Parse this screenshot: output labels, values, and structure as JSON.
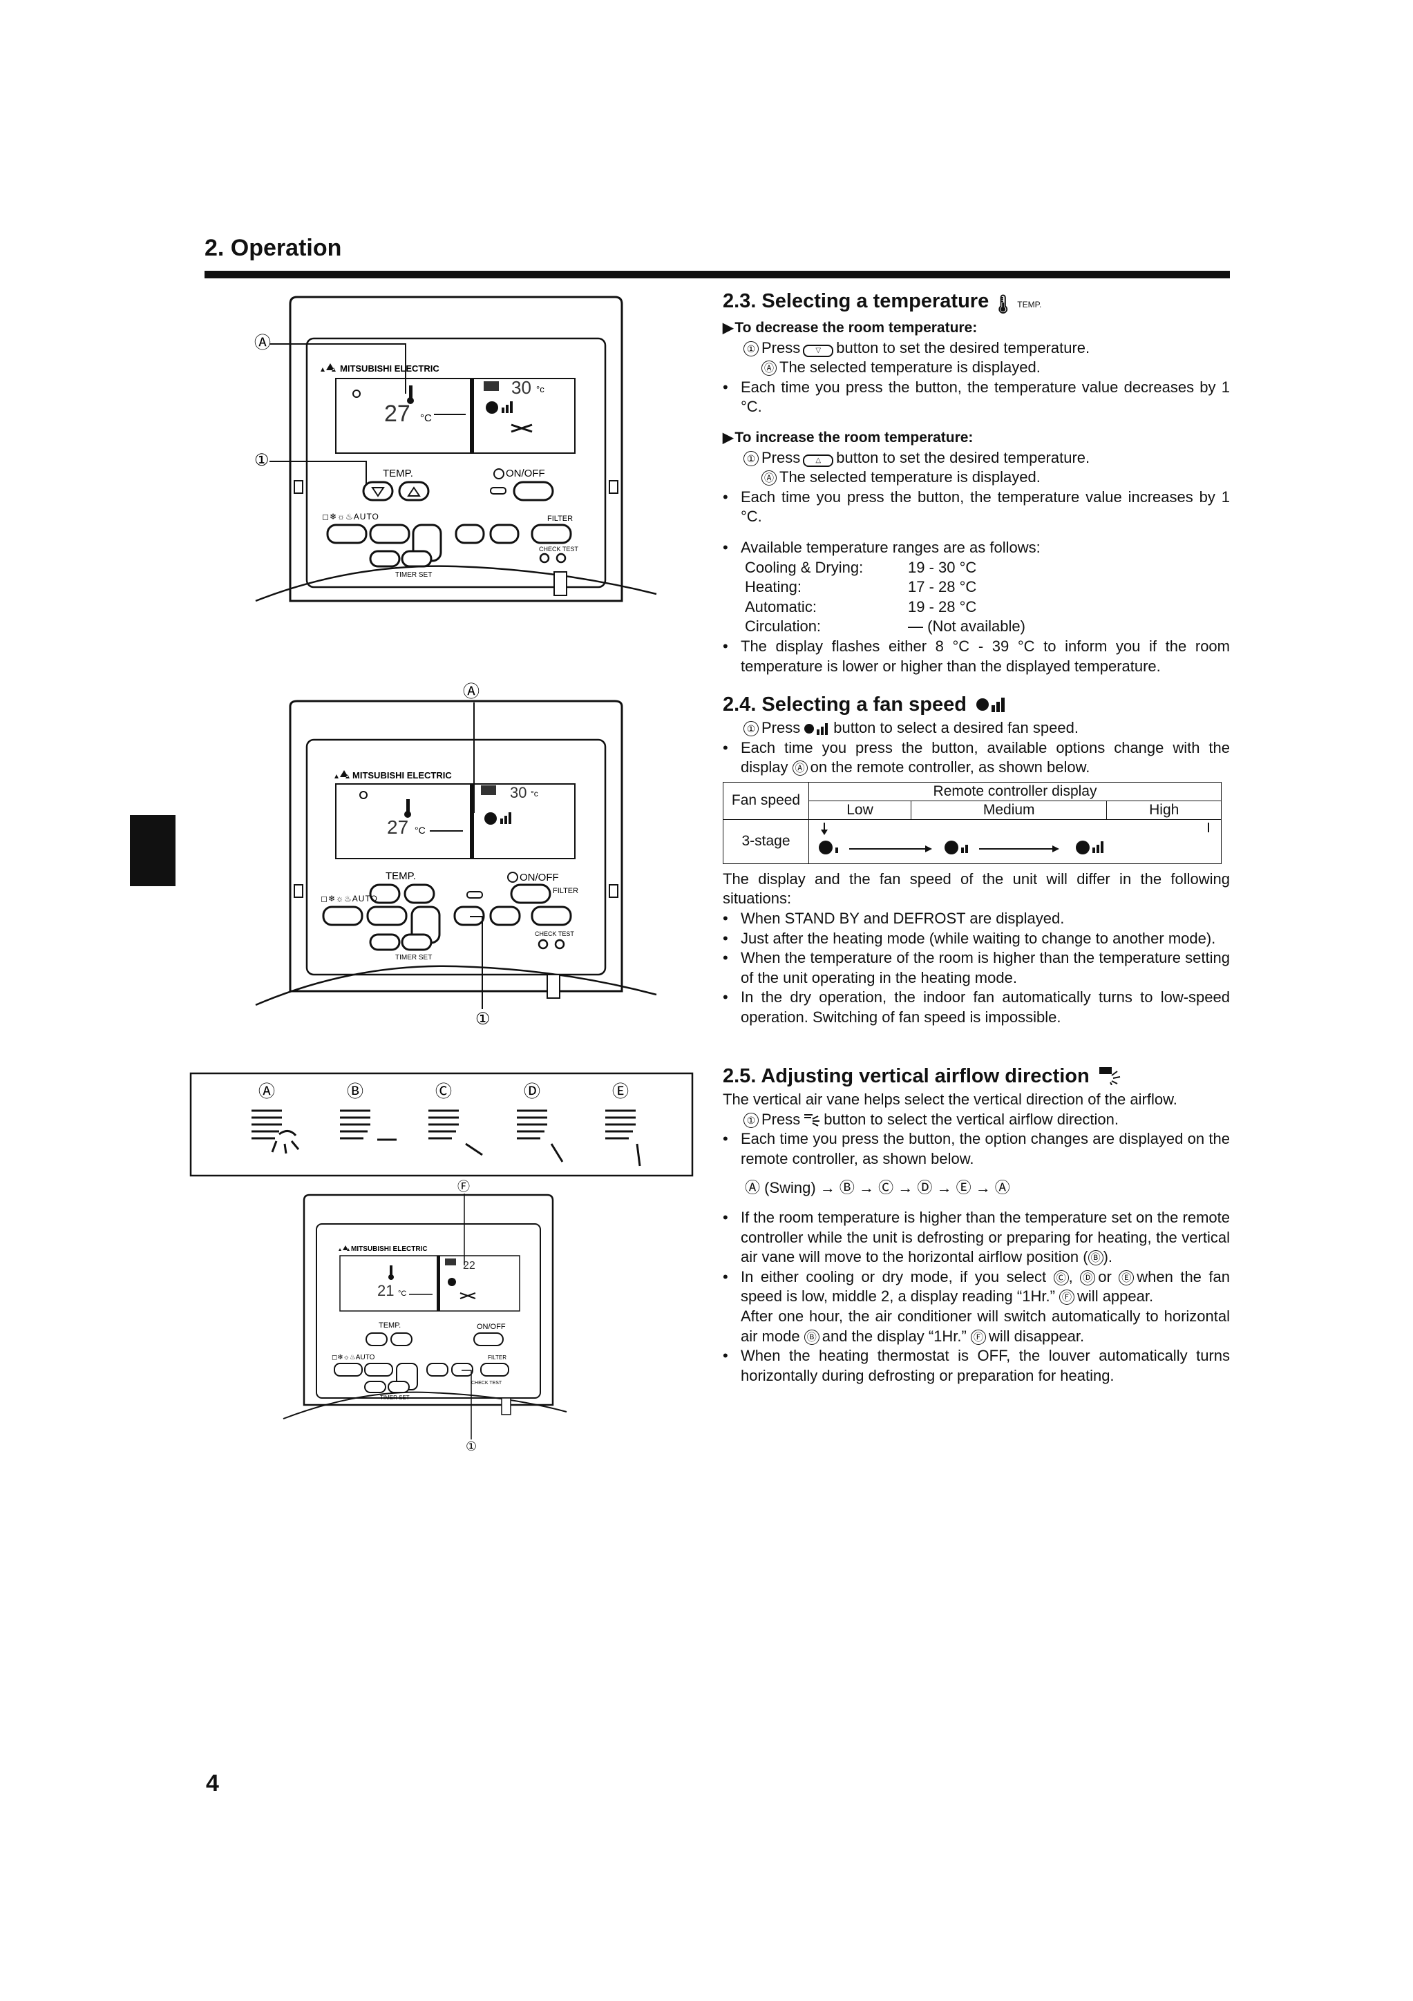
{
  "header": {
    "section_title": "2. Operation",
    "page_number": "4"
  },
  "figure_labels": {
    "A": "Ⓐ",
    "B": "Ⓑ",
    "C": "Ⓒ",
    "D": "Ⓓ",
    "E": "Ⓔ",
    "F": "Ⓕ",
    "one": "①"
  },
  "remote": {
    "brand": "MITSUBISHI ELECTRIC",
    "temp_label": "TEMP.",
    "on_off_label": "ON/OFF",
    "filter_label": "FILTER",
    "check_test_label": "CHECK TEST",
    "timer_set_label": "TIMER SET",
    "mode_icons": "◻❄☼♨AUTO",
    "setpoint_1": "30",
    "display_1": "27",
    "setpoint_2": "30",
    "display_2": "27",
    "setpoint_3": "22",
    "display_3": "21",
    "unit": "°C",
    "unit_small": "°c"
  },
  "sec23": {
    "title": "2.3. Selecting a temperature",
    "title_icon_label": "TEMP.",
    "decrease_heading": "To decrease the room temperature:",
    "decrease_step_num": "①",
    "decrease_step_pre": "Press",
    "decrease_btn": "▽",
    "decrease_step_post": "button to set the desired temperature.",
    "decrease_note_label": "Ⓐ",
    "decrease_note": "The selected temperature is displayed.",
    "decrease_bullet": "Each time you press the button, the temperature value decreases by 1 °C.",
    "increase_heading": "To increase the room temperature:",
    "increase_step_num": "①",
    "increase_step_pre": "Press",
    "increase_btn": "△",
    "increase_step_post": "button to set the desired temperature.",
    "increase_note_label": "Ⓐ",
    "increase_note": "The selected temperature is displayed.",
    "increase_bullet": "Each time you press the button, the temperature value increases by 1 °C.",
    "ranges_intro": "Available temperature ranges are as follows:",
    "ranges": [
      {
        "mode": "Cooling & Drying:",
        "range": "19 - 30 °C"
      },
      {
        "mode": "Heating:",
        "range": "17 - 28 °C"
      },
      {
        "mode": "Automatic:",
        "range": "19 - 28 °C"
      },
      {
        "mode": "Circulation:",
        "range": "— (Not available)"
      }
    ],
    "flash_bullet": "The display flashes either 8 °C - 39 °C to inform you if the room temperature is lower or higher than the displayed temperature."
  },
  "sec24": {
    "title": "2.4. Selecting a fan speed",
    "step_num": "①",
    "step_pre": "Press",
    "step_post": "button to select a desired fan speed.",
    "bullet_pre": "Each time you press the button, available options change with the display",
    "bullet_label": "Ⓐ",
    "bullet_post": "on the remote controller, as shown below.",
    "table": {
      "row_header": "Fan speed",
      "group_header": "Remote controller display",
      "columns": [
        "Low",
        "Medium",
        "High"
      ],
      "row_label": "3-stage"
    },
    "situations_intro": "The display and the fan speed of the unit will differ in the following situations:",
    "situations": [
      "When STAND BY and DEFROST are displayed.",
      "Just after the heating mode (while waiting to change to another mode).",
      "When the temperature of the room is higher than the temperature setting of the unit operating in the heating mode.",
      "In the dry operation, the indoor fan automatically turns to low-speed operation. Switching of fan speed is impossible."
    ]
  },
  "sec25": {
    "title": "2.5. Adjusting vertical airflow direction",
    "intro": "The vertical air vane helps select the vertical direction of the airflow.",
    "step_num": "①",
    "step_pre": "Press",
    "step_post": "button to select the vertical airflow direction.",
    "bullet1": "Each time you press the button, the option changes are displayed on the remote controller, as shown below.",
    "sequence": "Ⓐ (Swing) → Ⓑ → Ⓒ → Ⓓ → Ⓔ → Ⓐ",
    "bullet2_pre": "If the room temperature is higher than the temperature set on the remote controller while the unit is defrosting or preparing for heating, the vertical air vane will move to the horizontal airflow position (",
    "bullet2_label": "Ⓑ",
    "bullet2_post": ").",
    "bullet3_a": "In either cooling or dry mode, if you select",
    "bullet3_c": "Ⓒ",
    "bullet3_sep1": ",",
    "bullet3_d": "Ⓓ",
    "bullet3_or": "or",
    "bullet3_e": "Ⓔ",
    "bullet3_b": "when the fan speed is low, middle 2, a display reading “1Hr.”",
    "bullet3_f": "Ⓕ",
    "bullet3_c2": "will appear.",
    "bullet3_after_a": "After one hour, the air conditioner will switch automatically to horizontal air mode",
    "bullet3_after_b": "Ⓑ",
    "bullet3_after_c": "and the display “1Hr.”",
    "bullet3_after_f": "Ⓕ",
    "bullet3_after_d": "will disappear.",
    "bullet4": "When the heating thermostat is OFF, the louver automatically turns horizontally during defrosting or preparation for heating."
  }
}
